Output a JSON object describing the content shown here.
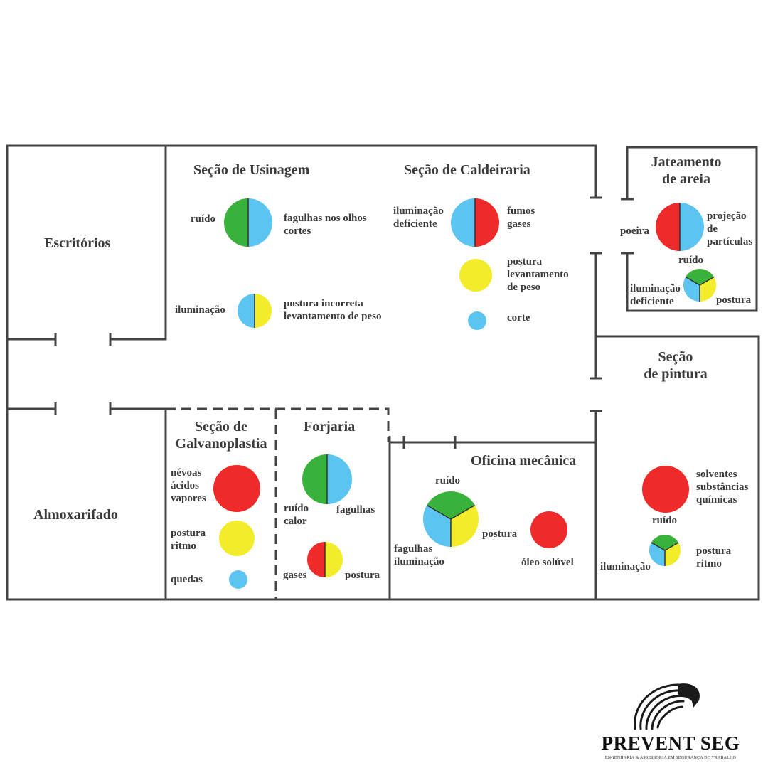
{
  "colors": {
    "red": "#ee2a2a",
    "blue": "#5bc4f0",
    "green": "#38b23a",
    "yellow": "#f2ec2a",
    "wall": "#444444"
  },
  "rooms": {
    "escritorios": "Escritórios",
    "almoxarifado": "Almoxarifado",
    "usinagem": "Seção de Usinagem",
    "caldeiraria": "Seção de Caldeiraria",
    "jateamento": [
      "Jateamento",
      "de areia"
    ],
    "pintura": [
      "Seção",
      "de pintura"
    ],
    "galvanoplastia": [
      "Seção de",
      "Galvanoplastia"
    ],
    "forjaria": "Forjaria",
    "oficina": "Oficina mecânica"
  },
  "hazards": {
    "usinagem": {
      "ruido": "ruído",
      "fagulhas": [
        "fagulhas nos olhos",
        "cortes"
      ],
      "iluminacao": "iluminação",
      "postura": [
        "postura incorreta",
        "levantamento de peso"
      ]
    },
    "caldeiraria": {
      "iluminacao": [
        "iluminação",
        "deficiente"
      ],
      "fumos": [
        "fumos",
        "gases"
      ],
      "postura": [
        "postura",
        "levantamento",
        "de peso"
      ],
      "corte": "corte"
    },
    "jateamento": {
      "poeira": "poeira",
      "projecao": [
        "projeção",
        "de",
        "partículas"
      ],
      "ruido": "ruído",
      "iluminacao": [
        "iluminação",
        "deficiente"
      ],
      "postura": "postura"
    },
    "galvanoplastia": {
      "nevoas": [
        "névoas",
        "ácidos",
        "vapores"
      ],
      "postura": [
        "postura",
        "ritmo"
      ],
      "quedas": "quedas"
    },
    "forjaria": {
      "ruido": [
        "ruído",
        "calor"
      ],
      "fagulhas": "fagulhas",
      "gases": "gases",
      "postura": "postura"
    },
    "oficina": {
      "ruido": "ruído",
      "fagulhas": [
        "fagulhas",
        "iluminação"
      ],
      "postura": "postura",
      "oleo": "óleo solúvel"
    },
    "pintura": {
      "solventes": [
        "solventes",
        "substâncias",
        "químicas"
      ],
      "ruido": "ruído",
      "iluminacao": "iluminação",
      "postura": [
        "postura",
        "ritmo"
      ]
    }
  },
  "brand": {
    "name": "PREVENT SEG",
    "tagline": "ENGENHARIA & ASSESSORIA EM SEGURANÇA DO TRABALHO",
    "logo_icon": "eagle-head-icon"
  }
}
